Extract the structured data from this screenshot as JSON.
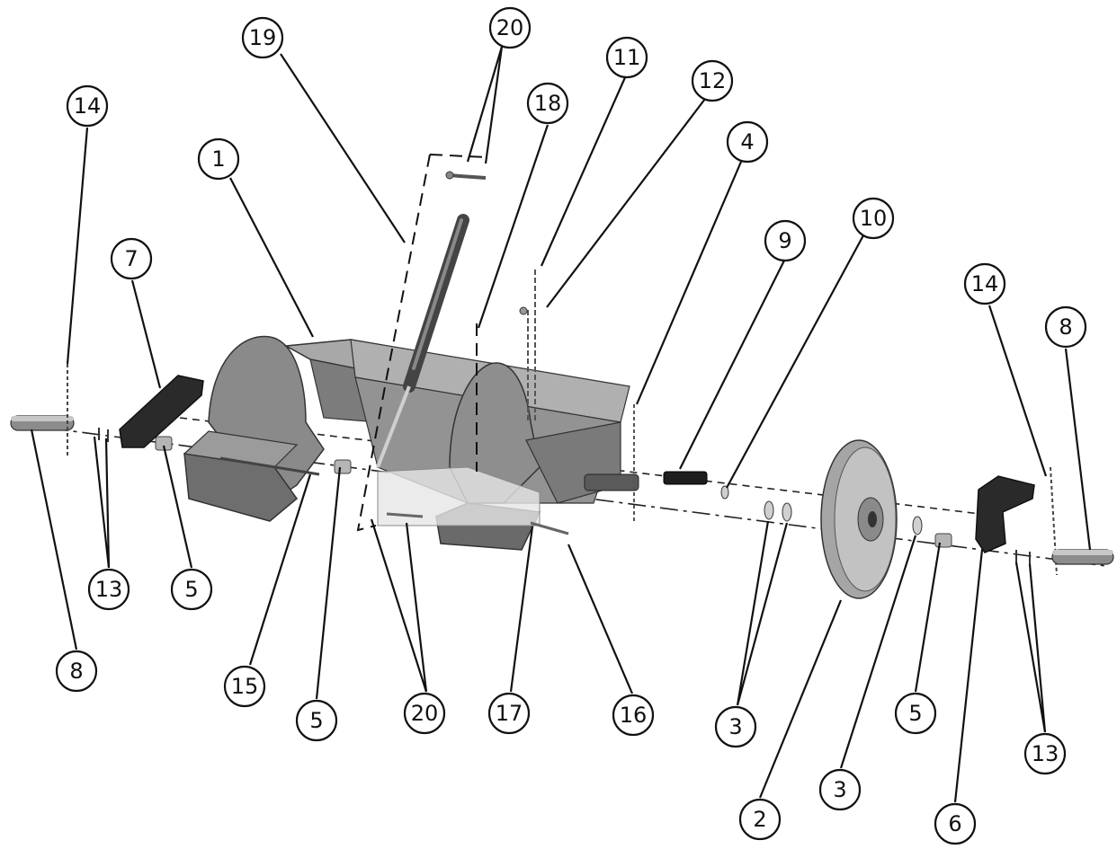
{
  "diagram": {
    "type": "exploded-assembly",
    "colors": {
      "ink": "#111111",
      "frame_light": "#9a9a9a",
      "frame_mid": "#7d7d7d",
      "frame_dark": "#5e5e5e",
      "clamp_black": "#2a2a2a",
      "wheel_light": "#bdbdbd",
      "strut": "#555555"
    },
    "callouts": [
      {
        "id": "c19",
        "label": "19"
      },
      {
        "id": "c20top",
        "label": "20"
      },
      {
        "id": "c11",
        "label": "11"
      },
      {
        "id": "c18",
        "label": "18"
      },
      {
        "id": "c12",
        "label": "12"
      },
      {
        "id": "c14left",
        "label": "14"
      },
      {
        "id": "c4",
        "label": "4"
      },
      {
        "id": "c1",
        "label": "1"
      },
      {
        "id": "c10",
        "label": "10"
      },
      {
        "id": "c9",
        "label": "9"
      },
      {
        "id": "c7",
        "label": "7"
      },
      {
        "id": "c14right",
        "label": "14"
      },
      {
        "id": "c8right",
        "label": "8"
      },
      {
        "id": "c13left",
        "label": "13"
      },
      {
        "id": "c5left",
        "label": "5"
      },
      {
        "id": "c8left",
        "label": "8"
      },
      {
        "id": "c15",
        "label": "15"
      },
      {
        "id": "c5mid",
        "label": "5"
      },
      {
        "id": "c20bottom",
        "label": "20"
      },
      {
        "id": "c17",
        "label": "17"
      },
      {
        "id": "c16",
        "label": "16"
      },
      {
        "id": "c3left",
        "label": "3"
      },
      {
        "id": "c5right",
        "label": "5"
      },
      {
        "id": "c13right",
        "label": "13"
      },
      {
        "id": "c3right",
        "label": "3"
      },
      {
        "id": "c2",
        "label": "2"
      },
      {
        "id": "c6",
        "label": "6"
      }
    ]
  }
}
